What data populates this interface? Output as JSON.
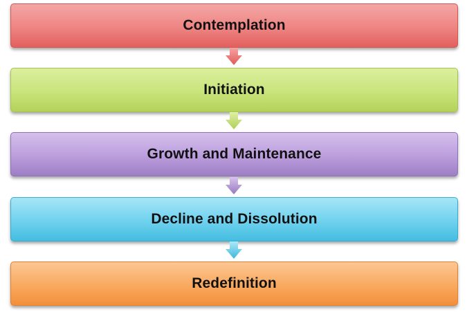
{
  "diagram": {
    "stages": [
      {
        "label": "Contemplation",
        "color": "#ee8583"
      },
      {
        "label": "Initiation",
        "color": "#c9e47b"
      },
      {
        "label": "Growth and Maintenance",
        "color": "#bb9ddd"
      },
      {
        "label": "Decline and Dissolution",
        "color": "#6fd1ee"
      },
      {
        "label": "Redefinition",
        "color": "#f9a95f"
      }
    ],
    "arrow_colors": [
      "#e86f6d",
      "#bcdc65",
      "#a988d0",
      "#52c4e6"
    ]
  }
}
